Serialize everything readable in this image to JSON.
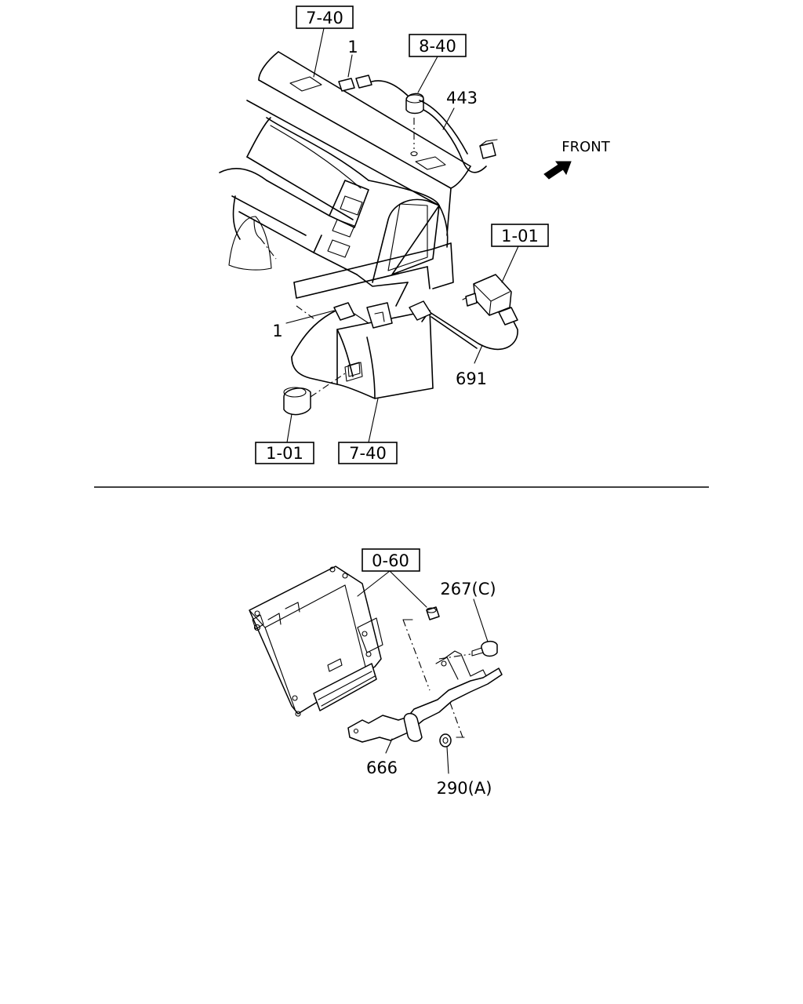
{
  "upper": {
    "ref_7_40_top": "7-40",
    "ref_8_40": "8-40",
    "ref_1_01_right": "1-01",
    "ref_1_01_bottom": "1-01",
    "ref_7_40_bottom": "7-40",
    "part_1_top": "1",
    "part_1_left": "1",
    "part_443": "443",
    "part_691": "691",
    "front_label": "FRONT"
  },
  "lower": {
    "ref_0_60": "0-60",
    "part_267": "267(C)",
    "part_666": "666",
    "part_290": "290(A)"
  }
}
